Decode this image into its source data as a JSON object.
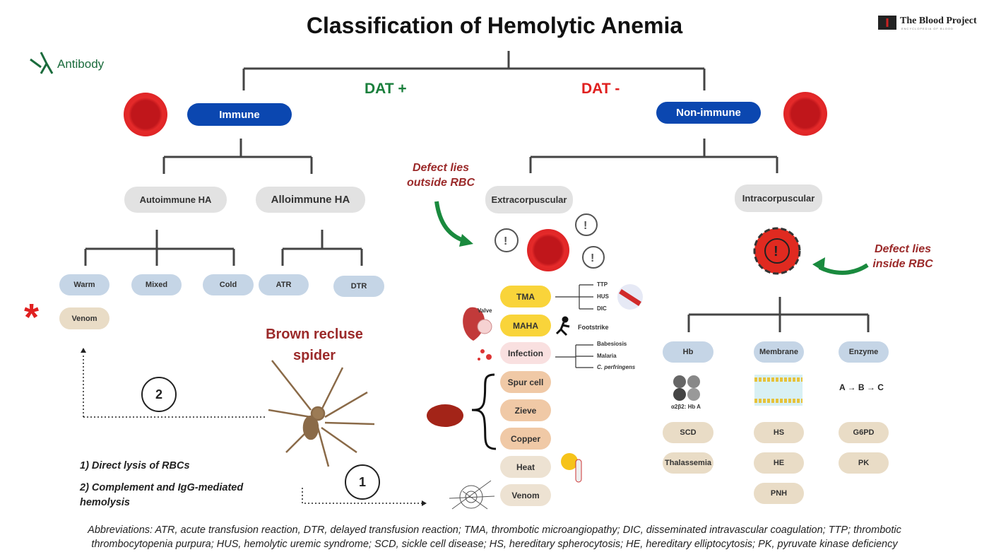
{
  "title": "Classification of Hemolytic Anemia",
  "logo": {
    "text": "The Blood Project",
    "subtitle": "ENCYCLOPEDIA OF BLOOD"
  },
  "legend": {
    "antibody_label": "Antibody",
    "icon": "antibody-icon",
    "color": "#1a6b3c"
  },
  "branches": {
    "dat_pos": "DAT +",
    "dat_neg": "DAT -",
    "dat_pos_color": "#1a7f3c",
    "dat_neg_color": "#e0201f"
  },
  "immune": {
    "label": "Immune",
    "auto": {
      "label": "Autoimmune HA",
      "children": [
        "Warm",
        "Mixed",
        "Cold"
      ],
      "extra": "Venom"
    },
    "allo": {
      "label": "Alloimmune HA",
      "children": [
        "ATR",
        "DTR"
      ]
    }
  },
  "nonimmune": {
    "label": "Non-immune",
    "extra": {
      "label": "Extracorpuscular",
      "note_line1": "Defect lies",
      "note_line2": "outside RBC",
      "items": [
        "TMA",
        "MAHA",
        "Infection",
        "Spur cell",
        "Zieve",
        "Copper",
        "Heat",
        "Venom"
      ],
      "tma_sub": [
        "TTP",
        "HUS",
        "DIC"
      ],
      "maha_valve": "Valve",
      "maha_footstrike": "Footstrike",
      "infection_sub": [
        "Babesiosis",
        "Malaria",
        "C. perfringens"
      ]
    },
    "intra": {
      "label": "Intracorpuscular",
      "note_line1": "Defect lies",
      "note_line2": "inside RBC",
      "groups": [
        {
          "label": "Hb",
          "caption": "α2β2: Hb A",
          "items": [
            "SCD",
            "Thalassemia"
          ]
        },
        {
          "label": "Membrane",
          "items": [
            "HS",
            "HE",
            "PNH"
          ]
        },
        {
          "label": "Enzyme",
          "caption": "A → B → C",
          "items": [
            "G6PD",
            "PK"
          ]
        }
      ]
    }
  },
  "spider": {
    "title_line1": "Brown recluse",
    "title_line2": "spider",
    "step1": "1",
    "step2": "2",
    "mech1": "1) Direct lysis of RBCs",
    "mech2_line1": "2) Complement and IgG-mediated",
    "mech2_line2": "hemolysis"
  },
  "abbreviations": {
    "line1": "Abbreviations: ATR, acute transfusion reaction, DTR, delayed transfusion reaction; TMA, thrombotic microangiopathy; DIC, disseminated intravascular coagulation; TTP; thrombotic",
    "line2": "thrombocytopenia purpura; HUS, hemolytic uremic syndrome; SCD, sickle cell disease; HS, hereditary spherocytosis; HE, hereditary elliptocytosis; PK, pyruvate kinase deficiency"
  }
}
